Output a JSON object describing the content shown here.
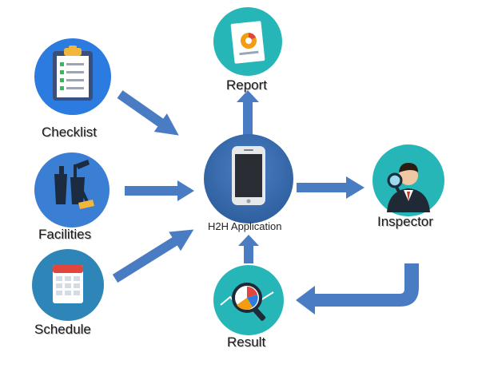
{
  "nodes": {
    "checklist": {
      "label": "Checklist",
      "icon": "clipboard-checklist-icon",
      "color": "#2c7be0"
    },
    "facilities": {
      "label": "Facilities",
      "icon": "cleaning-tools-icon",
      "color": "#3a7fd4"
    },
    "schedule": {
      "label": "Schedule",
      "icon": "calendar-icon",
      "color": "#2e86b8"
    },
    "app": {
      "label": "H2H Application",
      "icon": "smartphone-icon",
      "color": "#3b6fb6"
    },
    "report": {
      "label": "Report",
      "icon": "report-chart-icon",
      "color": "#27b6b8"
    },
    "inspector": {
      "label": "Inspector",
      "icon": "inspector-person-icon",
      "color": "#27b6b8"
    },
    "result": {
      "label": "Result",
      "icon": "magnifier-analytics-icon",
      "color": "#27b6b8"
    }
  },
  "arrow_color": "#4a7cc4"
}
